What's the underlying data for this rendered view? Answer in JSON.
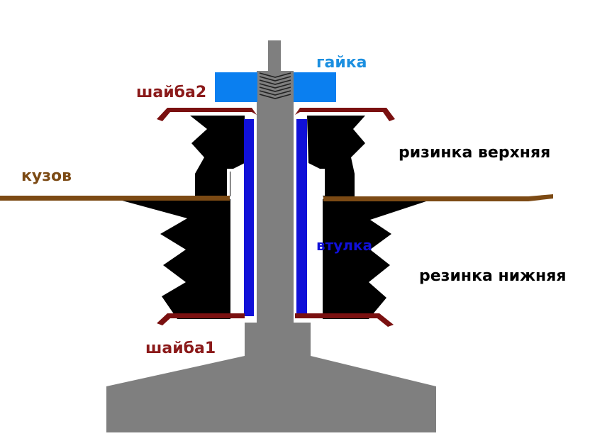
{
  "labels": {
    "nut": "гайка",
    "washer_top": "шайба2",
    "rubber_upper": "ризинка верхняя",
    "body": "кузов",
    "bushing": "втулка",
    "rubber_lower": "резинка нижняя",
    "washer_bottom": "шайба1"
  },
  "colors": {
    "background": "#ffffff",
    "rubber": "#000000",
    "rod": "#7f7f7f",
    "nut": "#0a7ff0",
    "washer": "#7a1010",
    "car_body": "#7c4a14",
    "bushing": "#1010d8",
    "label_dark_red": "#8b1a1a",
    "label_brown": "#7c4a14",
    "label_blue": "#1b8fe0",
    "label_black": "#000000"
  }
}
